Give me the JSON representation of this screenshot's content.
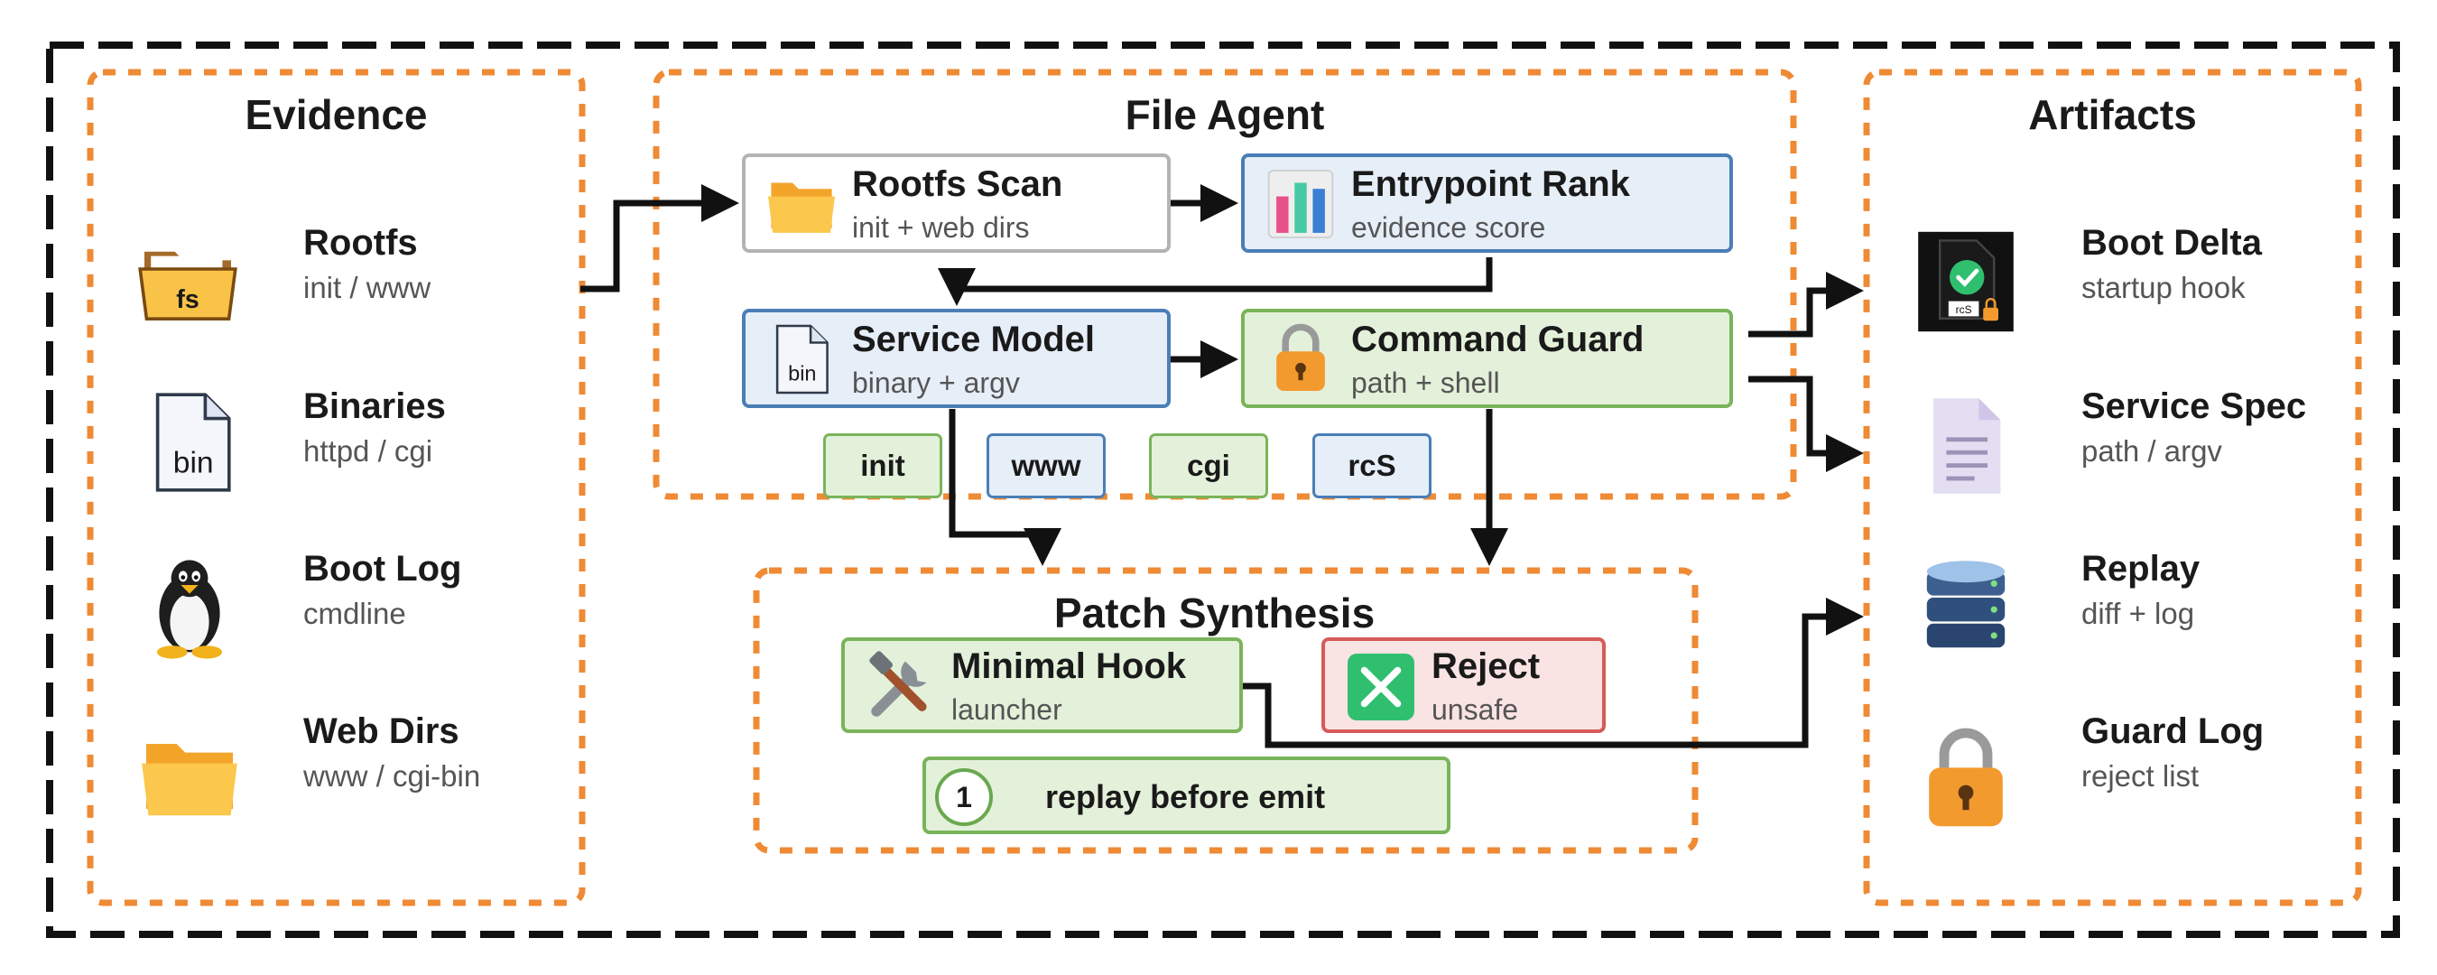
{
  "colors": {
    "outer_border": "#111111",
    "panel_border": "#ef8a35",
    "arrow": "#111111",
    "blue_fill": "#e6eef8",
    "blue_border": "#4a7eb6",
    "green_fill": "#e3f1da",
    "green_border": "#7ab45a",
    "red_fill": "#fae3e3",
    "red_border": "#d55b5b",
    "gray_border": "#b3b3b3"
  },
  "evidence": {
    "title": "Evidence",
    "items": [
      {
        "title": "Rootfs",
        "sub": "init / www",
        "icon": "folder-fs-icon",
        "icon_text": "fs"
      },
      {
        "title": "Binaries",
        "sub": "httpd / cgi",
        "icon": "bin-file-icon",
        "icon_text": "bin"
      },
      {
        "title": "Boot Log",
        "sub": "cmdline",
        "icon": "penguin-icon"
      },
      {
        "title": "Web Dirs",
        "sub": "www / cgi-bin",
        "icon": "folder-icon"
      }
    ]
  },
  "file_agent": {
    "title": "File Agent",
    "rootfs_scan": {
      "title": "Rootfs Scan",
      "sub": "init + web dirs",
      "icon": "folder-icon"
    },
    "entrypoint_rank": {
      "title": "Entrypoint Rank",
      "sub": "evidence score",
      "icon": "bar-chart-icon"
    },
    "service_model": {
      "title": "Service Model",
      "sub": "binary + argv",
      "icon": "bin-file-icon",
      "icon_text": "bin"
    },
    "command_guard": {
      "title": "Command Guard",
      "sub": "path + shell",
      "icon": "padlock-icon"
    },
    "tags": [
      {
        "label": "init",
        "style": "green"
      },
      {
        "label": "www",
        "style": "blue"
      },
      {
        "label": "cgi",
        "style": "green"
      },
      {
        "label": "rcS",
        "style": "blue"
      }
    ]
  },
  "patch_synthesis": {
    "title": "Patch Synthesis",
    "minimal_hook": {
      "title": "Minimal Hook",
      "sub": "launcher",
      "icon": "tools-icon"
    },
    "reject": {
      "title": "Reject",
      "sub": "unsafe",
      "icon": "x-mark-icon"
    },
    "step": {
      "number": "1",
      "label": "replay before emit"
    }
  },
  "artifacts": {
    "title": "Artifacts",
    "items": [
      {
        "title": "Boot Delta",
        "sub": "startup hook",
        "icon": "script-file-icon",
        "icon_text": "rcS"
      },
      {
        "title": "Service Spec",
        "sub": "path / argv",
        "icon": "document-icon"
      },
      {
        "title": "Replay",
        "sub": "diff + log",
        "icon": "database-icon"
      },
      {
        "title": "Guard Log",
        "sub": "reject list",
        "icon": "padlock-icon"
      }
    ]
  }
}
